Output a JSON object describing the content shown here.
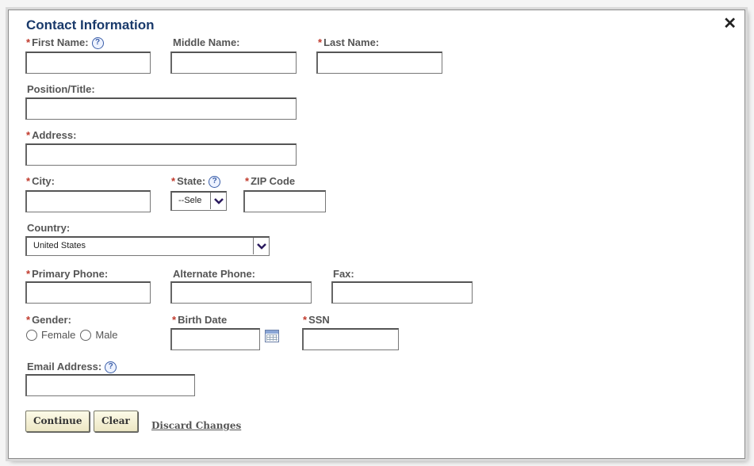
{
  "dialog": {
    "title": "Contact Information",
    "close_glyph": "✕"
  },
  "required_marker": "*",
  "help_glyph": "?",
  "fields": {
    "first_name": {
      "label": "First Name:",
      "value": ""
    },
    "middle_name": {
      "label": "Middle Name:",
      "value": ""
    },
    "last_name": {
      "label": "Last Name:",
      "value": ""
    },
    "position_title": {
      "label": "Position/Title:",
      "value": ""
    },
    "address": {
      "label": "Address:",
      "value": ""
    },
    "city": {
      "label": "City:",
      "value": ""
    },
    "state": {
      "label": "State:",
      "selected": "--Sele"
    },
    "zip": {
      "label": "ZIP Code",
      "value": ""
    },
    "country": {
      "label": "Country:",
      "selected": "United States"
    },
    "primary_phone": {
      "label": "Primary Phone:",
      "value": ""
    },
    "alternate_phone": {
      "label": "Alternate Phone:",
      "value": ""
    },
    "fax": {
      "label": "Fax:",
      "value": ""
    },
    "gender": {
      "label": "Gender:",
      "options": [
        "Female",
        "Male"
      ]
    },
    "birth_date": {
      "label": "Birth Date",
      "value": ""
    },
    "ssn": {
      "label": "SSN",
      "value": ""
    },
    "email": {
      "label": "Email Address:",
      "value": ""
    }
  },
  "actions": {
    "continue_label": "Continue",
    "clear_label": "Clear",
    "discard_label": "Discard Changes"
  },
  "icons": {
    "help": "help-icon",
    "close": "close-icon",
    "dropdown": "chevron-down-icon",
    "calendar": "calendar-icon"
  },
  "colors": {
    "title": "#1a3a6b",
    "required": "#c0392b",
    "help": "#3a5ea8",
    "dropdown_arrow": "#2a1a5e"
  }
}
